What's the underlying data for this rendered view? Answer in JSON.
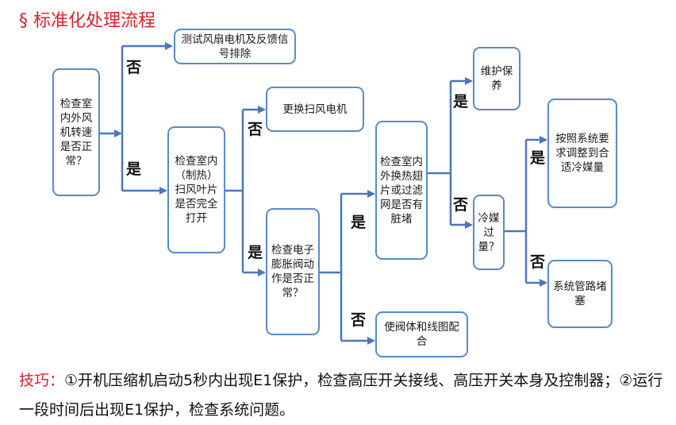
{
  "title": "§ 标准化处理流程",
  "nodes": {
    "n1": "检查室内外风机转速是否正常？",
    "n2": "测试风扇电机及反馈信号排除",
    "n3": "检查室内（制热）扫风叶片是否完全打开",
    "n4": "更换扫风电机",
    "n5": "检查电子膨胀阀动作是否正常？",
    "n6": "使阀体和线图配合",
    "n7": "检查室内外换热翅片或过滤网是否有脏堵",
    "n8": "维护保养",
    "n9": "冷媒过量？",
    "n10": "按照系统要求调整到合适冷媒量",
    "n11": "系统管路堵塞"
  },
  "labels": {
    "no1": "否",
    "yes1": "是",
    "no2": "否",
    "yes2": "是",
    "yes3": "是",
    "no3": "否",
    "yes4": "是",
    "no4": "否",
    "yes5": "是",
    "no5": "否"
  },
  "tip": {
    "head": "技巧：",
    "body": "①开机压缩机启动5秒内出现E1保护，检查高压开关接线、高压开关本身及控制器；②运行一段时间后出现E1保护，检查系统问题。"
  },
  "colors": {
    "title": "#e0202a",
    "box_border": "#5a8ac6",
    "arrow": "#4a78b8"
  }
}
